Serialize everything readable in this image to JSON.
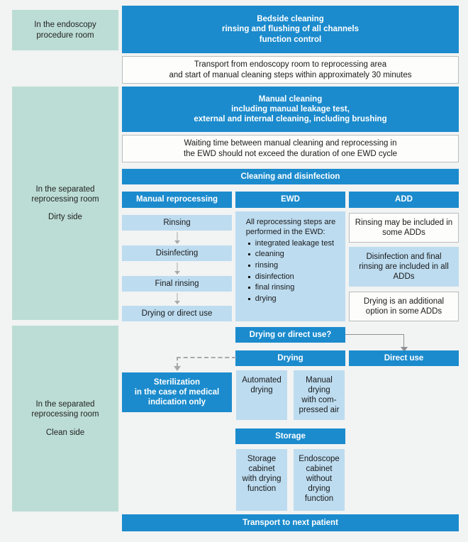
{
  "colors": {
    "background": "#f2f3f3",
    "blue": "#1b8bcd",
    "light_blue": "#bddcf0",
    "green": "#bcddd5",
    "white_box": "#fdfdfb",
    "arrow": "#a7a9ab"
  },
  "rooms": {
    "endoscopy": "In the endoscopy\nprocedure room",
    "endoscopy_line1": "In the endoscopy",
    "endoscopy_line2": "procedure room",
    "dirty_line1": "In the separated",
    "dirty_line2": "reprocessing room",
    "dirty_line3": "Dirty side",
    "clean_line1": "In the separated",
    "clean_line2": "reprocessing room",
    "clean_line3": "Clean side"
  },
  "steps": {
    "bedside_l1": "Bedside cleaning",
    "bedside_l2": "rinsing and flushing of all channels",
    "bedside_l3": "function control",
    "transport_l1": "Transport from endoscopy room to reprocessing area",
    "transport_l2": "and start of manual cleaning steps within approximately 30 minutes",
    "manual_cleaning_l1": "Manual cleaning",
    "manual_cleaning_l2": "including manual leakage test,",
    "manual_cleaning_l3": "external and internal cleaning, including brushing",
    "waiting_l1": "Waiting time between manual cleaning and reprocessing in",
    "waiting_l2": "the EWD should not exceed the duration of one EWD cycle",
    "cleaning_disinfection": "Cleaning and disinfection"
  },
  "columns": {
    "manual": "Manual reprocessing",
    "ewd": "EWD",
    "add": "ADD"
  },
  "manual_steps": [
    "Rinsing",
    "Disinfecting",
    "Final rinsing",
    "Drying or direct use"
  ],
  "ewd": {
    "lead_l1": "All reprocessing steps are",
    "lead_l2": "performed in the EWD:",
    "items": [
      "integrated leakage test",
      "cleaning",
      "rinsing",
      "disinfection",
      "final rinsing",
      "drying"
    ]
  },
  "add_notes": [
    {
      "l1": "Rinsing may be included in",
      "l2": "some ADDs",
      "style": "white"
    },
    {
      "l1": "Disinfection and final",
      "l2": "rinsing are included in all",
      "l3": "ADDs",
      "style": "light-blue"
    },
    {
      "l1": "Drying is an additional",
      "l2": "option in some ADDs",
      "style": "white"
    }
  ],
  "decision": {
    "question": "Drying or direct use?",
    "drying": "Drying",
    "direct_use": "Direct use"
  },
  "sterilization": {
    "l1": "Sterilization",
    "l2": "in the case of medical",
    "l3": "indication only"
  },
  "drying_options": [
    {
      "l1": "Automated",
      "l2": "drying"
    },
    {
      "l1": "Manual",
      "l2": "drying",
      "l3": "with com-",
      "l4": "pressed air"
    }
  ],
  "storage": {
    "header": "Storage",
    "options": [
      {
        "l1": "Storage",
        "l2": "cabinet",
        "l3": "with drying",
        "l4": "function"
      },
      {
        "l1": "Endoscope",
        "l2": "cabinet",
        "l3": "without",
        "l4": "drying",
        "l5": "function"
      }
    ]
  },
  "footer": "Transport to next patient"
}
